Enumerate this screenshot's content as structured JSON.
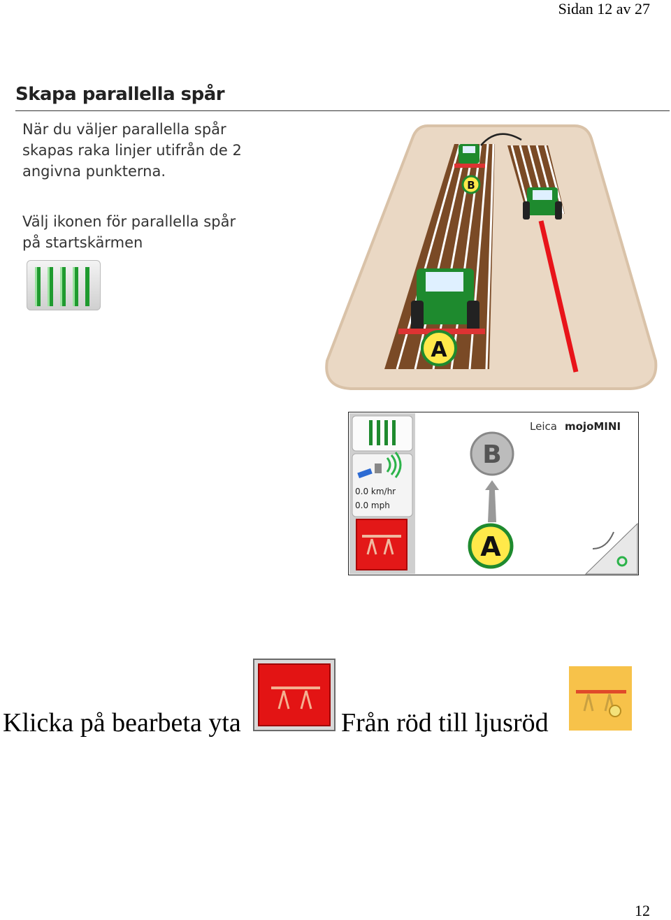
{
  "header": {
    "page_label": "Sidan 12 av 27"
  },
  "section": {
    "title": "Skapa parallella spår",
    "paragraph1": "När du väljer parallella spår\nskapas raka linjer utifrån de 2\nangivna punkterna.",
    "paragraph2": "Välj ikonen för parallella spår\npå startskärmen"
  },
  "field_illustration": {
    "point_a": "A",
    "point_b": "B"
  },
  "device_screen": {
    "brand": "Leica",
    "model": "mojoMINI",
    "speed_kmh": "0.0 km/hr",
    "speed_mph": "0.0 mph",
    "point_a": "A",
    "point_b": "B"
  },
  "bottom": {
    "instruction": "Klicka på bearbeta yta",
    "result": "Från röd till ljusröd"
  },
  "footer": {
    "page_number": "12"
  },
  "colors": {
    "tractor_green": "#1e8a2e",
    "guide_red": "#e8141a",
    "field_tan": "#ead8c4",
    "soil_brown": "#7a4a26"
  }
}
